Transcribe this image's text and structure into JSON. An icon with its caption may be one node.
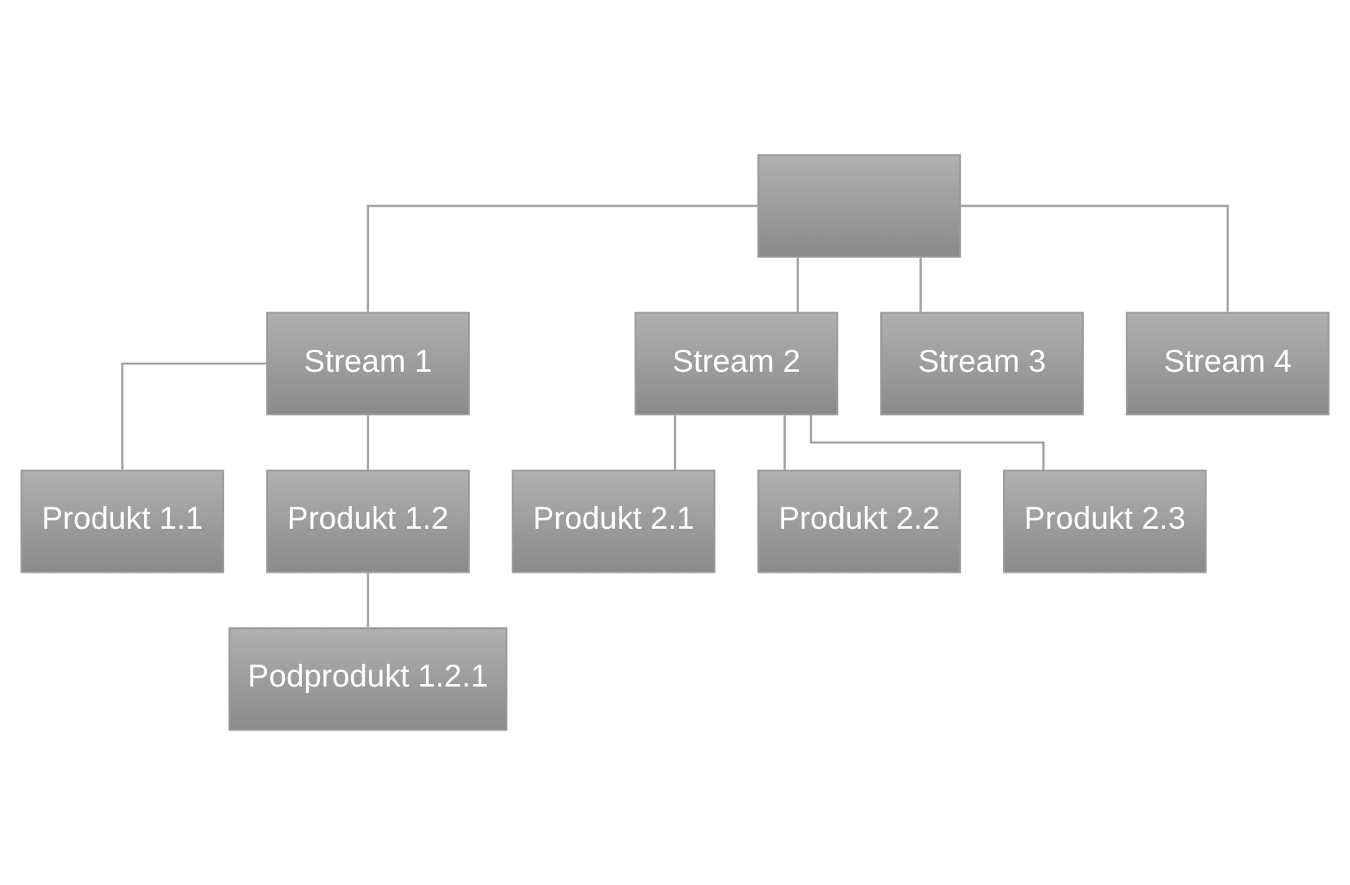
{
  "diagram": {
    "nodes": [
      {
        "text": [],
        "shape": "box"
      },
      {
        "text": [
          "Stream 1"
        ]
      },
      {
        "text": [
          "Stream 2"
        ]
      },
      {
        "text": [
          "Stream 3"
        ]
      },
      {
        "text": [
          "Stream 4"
        ]
      },
      {
        "text": [
          "Produkt 1.1"
        ]
      },
      {
        "text": [
          "Produkt 1.2"
        ]
      },
      {
        "text": [
          "Podprodukt 1.2.1"
        ]
      },
      {
        "text": [
          "Produkt 2.1"
        ]
      },
      {
        "text": [
          "Produkt 2.2"
        ]
      },
      {
        "text": [
          "Produkt 2.3"
        ]
      }
    ],
    "edges": [
      {
        "from": 0,
        "to": 1,
        "arrow": "none"
      },
      {
        "from": 0,
        "to": 2,
        "arrow": "none"
      },
      {
        "from": 0,
        "to": 3,
        "arrow": "none"
      },
      {
        "from": 0,
        "to": 4,
        "arrow": "none"
      },
      {
        "from": 1,
        "to": 5,
        "arrow": "none"
      },
      {
        "from": 1,
        "to": 6,
        "arrow": "none"
      },
      {
        "from": 6,
        "to": 7,
        "arrow": "none"
      },
      {
        "from": 2,
        "to": 8,
        "arrow": "none"
      },
      {
        "from": 2,
        "to": 9,
        "arrow": "none"
      },
      {
        "from": 2,
        "to": 10,
        "arrow": "none"
      }
    ]
  }
}
